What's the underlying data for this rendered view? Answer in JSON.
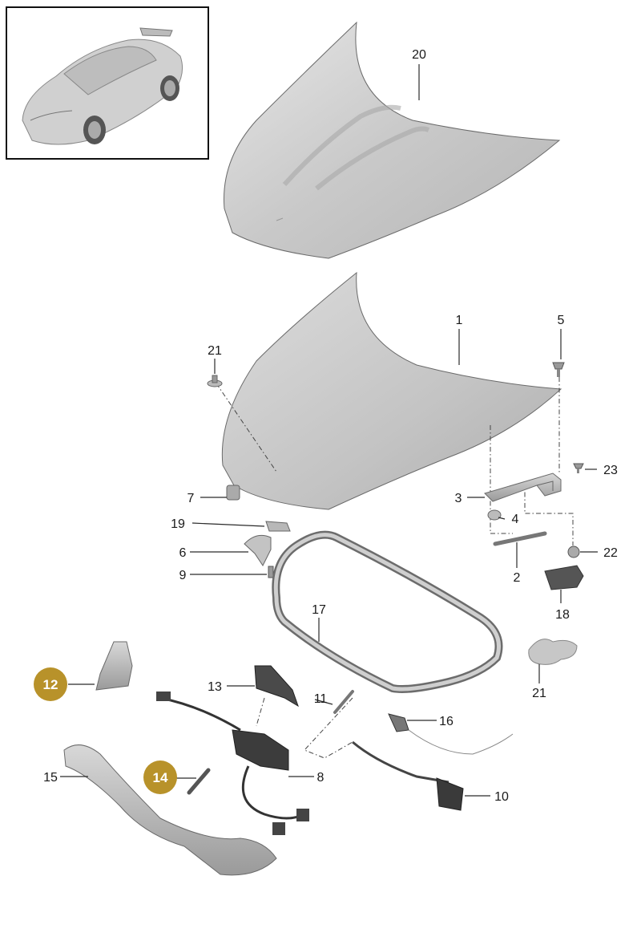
{
  "colors": {
    "highlight": "#b8922a",
    "part_fill": "#d4d4d4",
    "part_dark": "#8a8a8a",
    "text": "#1a1a1a"
  },
  "thumbnail": {
    "icon": "car-thumbnail-icon"
  },
  "callouts": [
    {
      "id": "c20",
      "label": "20",
      "highlighted": false
    },
    {
      "id": "c1",
      "label": "1",
      "highlighted": false
    },
    {
      "id": "c5",
      "label": "5",
      "highlighted": false
    },
    {
      "id": "c21a",
      "label": "21",
      "highlighted": false
    },
    {
      "id": "c23",
      "label": "23",
      "highlighted": false
    },
    {
      "id": "c3",
      "label": "3",
      "highlighted": false
    },
    {
      "id": "c4",
      "label": "4",
      "highlighted": false
    },
    {
      "id": "c7",
      "label": "7",
      "highlighted": false
    },
    {
      "id": "c19",
      "label": "19",
      "highlighted": false
    },
    {
      "id": "c6",
      "label": "6",
      "highlighted": false
    },
    {
      "id": "c22",
      "label": "22",
      "highlighted": false
    },
    {
      "id": "c2",
      "label": "2",
      "highlighted": false
    },
    {
      "id": "c9",
      "label": "9",
      "highlighted": false
    },
    {
      "id": "c18",
      "label": "18",
      "highlighted": false
    },
    {
      "id": "c17",
      "label": "17",
      "highlighted": false
    },
    {
      "id": "c21b",
      "label": "21",
      "highlighted": false
    },
    {
      "id": "c12",
      "label": "12",
      "highlighted": true
    },
    {
      "id": "c13",
      "label": "13",
      "highlighted": false
    },
    {
      "id": "c11",
      "label": "11",
      "highlighted": false
    },
    {
      "id": "c16",
      "label": "16",
      "highlighted": false
    },
    {
      "id": "c14",
      "label": "14",
      "highlighted": true
    },
    {
      "id": "c15",
      "label": "15",
      "highlighted": false
    },
    {
      "id": "c8",
      "label": "8",
      "highlighted": false
    },
    {
      "id": "c10",
      "label": "10",
      "highlighted": false
    }
  ]
}
